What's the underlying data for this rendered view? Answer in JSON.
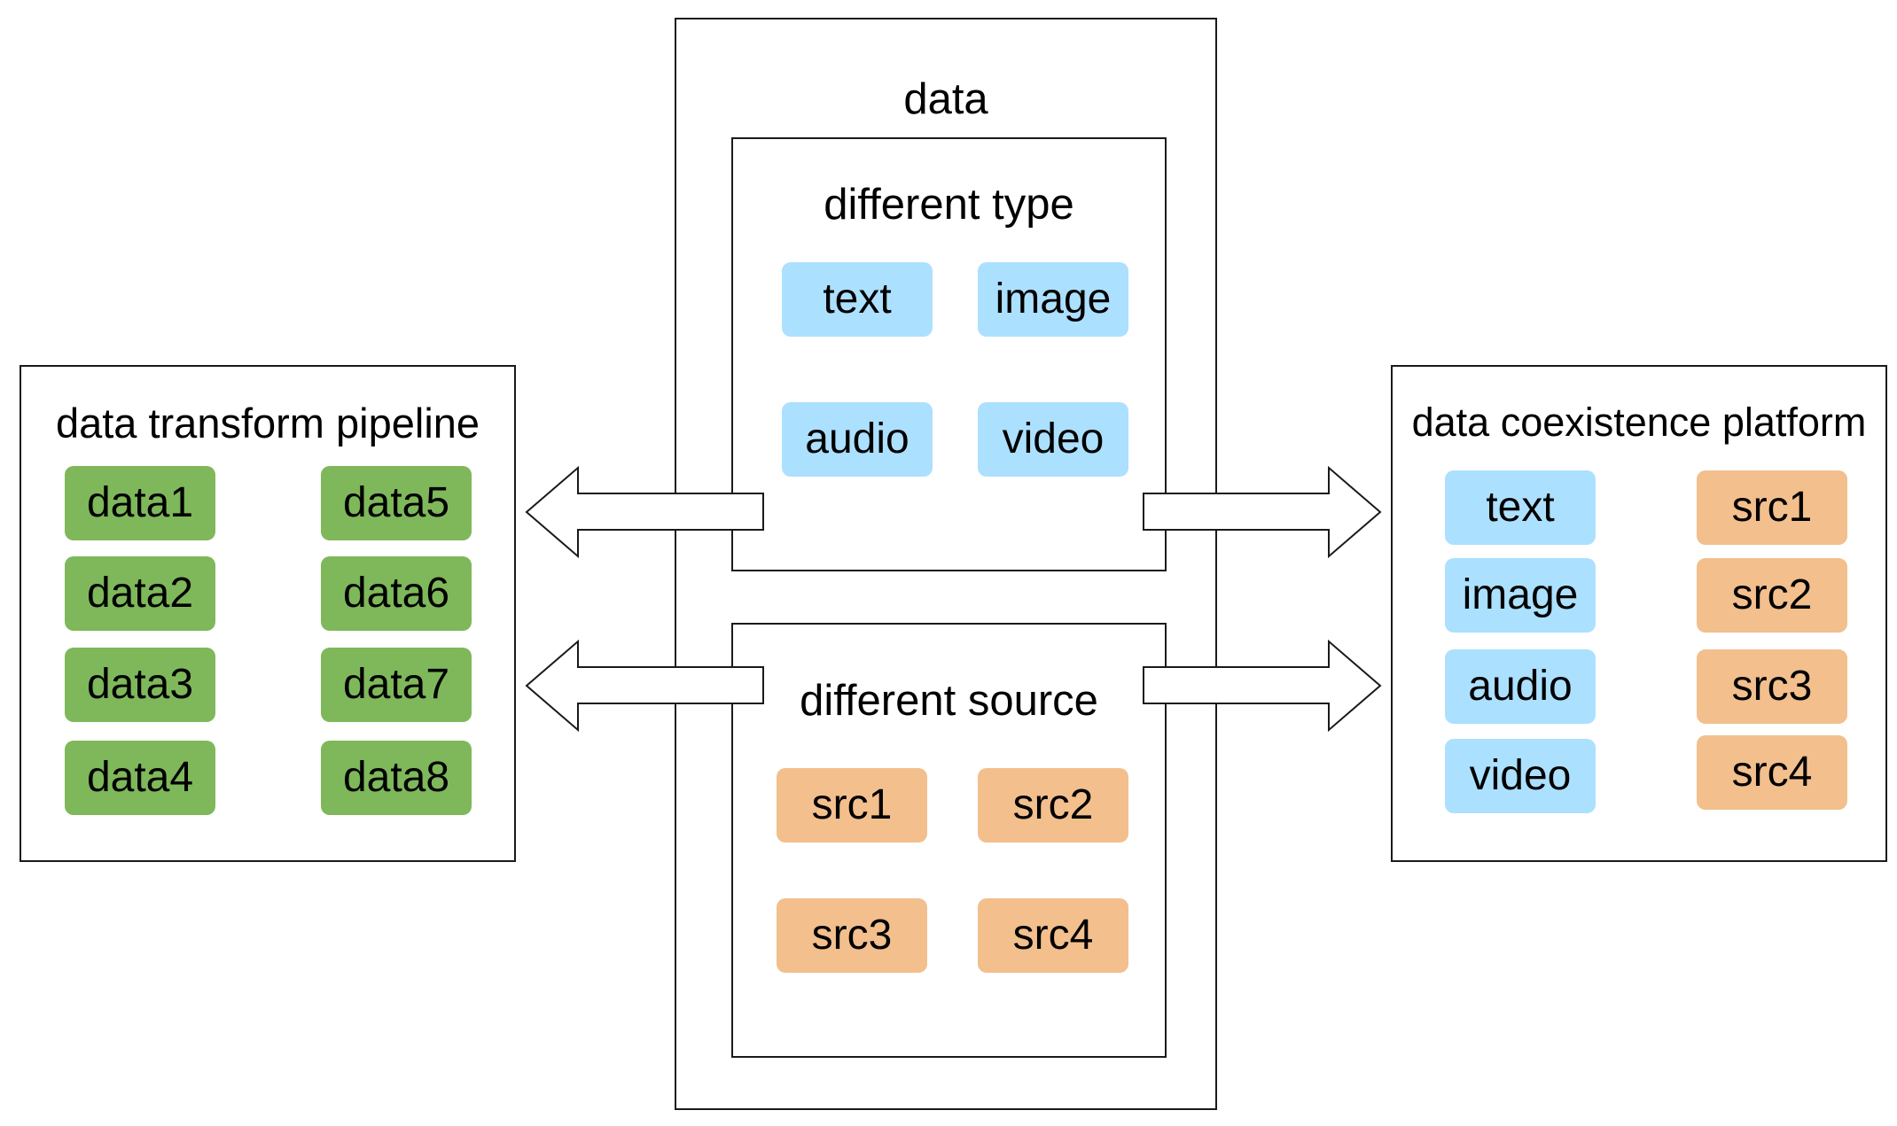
{
  "colors": {
    "type_chip": "#ace0ff",
    "source_chip": "#f2bf8d",
    "pipeline_chip": "#7eb85a",
    "border": "#1a1a1a"
  },
  "data_box": {
    "title": "data",
    "type_group": {
      "title": "different type",
      "items": [
        "text",
        "image",
        "audio",
        "video"
      ]
    },
    "source_group": {
      "title": "different source",
      "items": [
        "src1",
        "src2",
        "src3",
        "src4"
      ]
    }
  },
  "pipeline": {
    "title": "data transform pipeline",
    "items": [
      "data1",
      "data2",
      "data3",
      "data4",
      "data5",
      "data6",
      "data7",
      "data8"
    ]
  },
  "platform": {
    "title": "data coexistence platform",
    "type_items": [
      "text",
      "image",
      "audio",
      "video"
    ],
    "source_items": [
      "src1",
      "src2",
      "src3",
      "src4"
    ]
  }
}
